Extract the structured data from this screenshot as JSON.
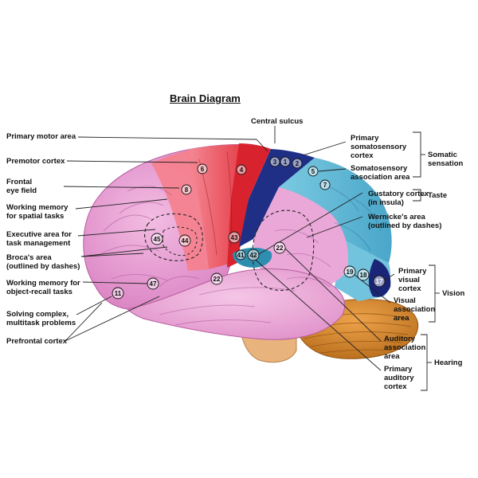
{
  "title": "Brain Diagram",
  "left_labels": {
    "primary_motor": "Primary motor area",
    "premotor": "Premotor cortex",
    "frontal_eye_1": "Frontal",
    "frontal_eye_2": "eye field",
    "wm_spatial_1": "Working memory",
    "wm_spatial_2": "for spatial tasks",
    "exec_1": "Executive area for",
    "exec_2": "task management",
    "broca_1": "Broca's area",
    "broca_2": "(outlined by dashes)",
    "wm_object_1": "Working memory for",
    "wm_object_2": "object-recall tasks",
    "solving_1": "Solving complex,",
    "solving_2": "multitask problems",
    "prefrontal": "Prefrontal cortex"
  },
  "right_labels": {
    "central_sulcus": "Central sulcus",
    "primary_soma_1": "Primary",
    "primary_soma_2": "somatosensory",
    "primary_soma_3": "cortex",
    "soma_assoc_1": "Somatosensory",
    "soma_assoc_2": "association area",
    "gustatory_1": "Gustatory cortex",
    "gustatory_2": "(in insula)",
    "wernicke_1": "Wernicke's area",
    "wernicke_2": "(outlined by dashes)",
    "primary_visual_1": "Primary",
    "primary_visual_2": "visual",
    "primary_visual_3": "cortex",
    "visual_assoc_1": "Visual",
    "visual_assoc_2": "association",
    "visual_assoc_3": "area",
    "auditory_assoc_1": "Auditory",
    "auditory_assoc_2": "association",
    "auditory_assoc_3": "area",
    "primary_auditory_1": "Primary",
    "primary_auditory_2": "auditory",
    "primary_auditory_3": "cortex"
  },
  "groups": {
    "somatic_1": "Somatic",
    "somatic_2": "sensation",
    "taste": "Taste",
    "vision": "Vision",
    "hearing": "Hearing"
  },
  "areas": {
    "a1": "1",
    "a2": "2",
    "a3": "3",
    "a4": "4",
    "a5": "5",
    "a6": "6",
    "a7": "7",
    "a8": "8",
    "a11": "11",
    "a17": "17",
    "a18": "18",
    "a19": "19",
    "a22a": "22",
    "a22b": "22",
    "a41": "41",
    "a42": "42",
    "a43": "43",
    "a44": "44",
    "a45": "45",
    "a47": "47"
  },
  "colors": {
    "frontal_pink": "#e58fca",
    "motor_red": "#e8333c",
    "premotor_red": "#f06a78",
    "soma_navy": "#1f2f86",
    "assoc_blue": "#5ab9d6",
    "visual_navy": "#1a2578",
    "temporal_pink": "#eaa0d4",
    "cerebellum_orange": "#d98a2a",
    "stem_tan": "#e8b37c"
  }
}
